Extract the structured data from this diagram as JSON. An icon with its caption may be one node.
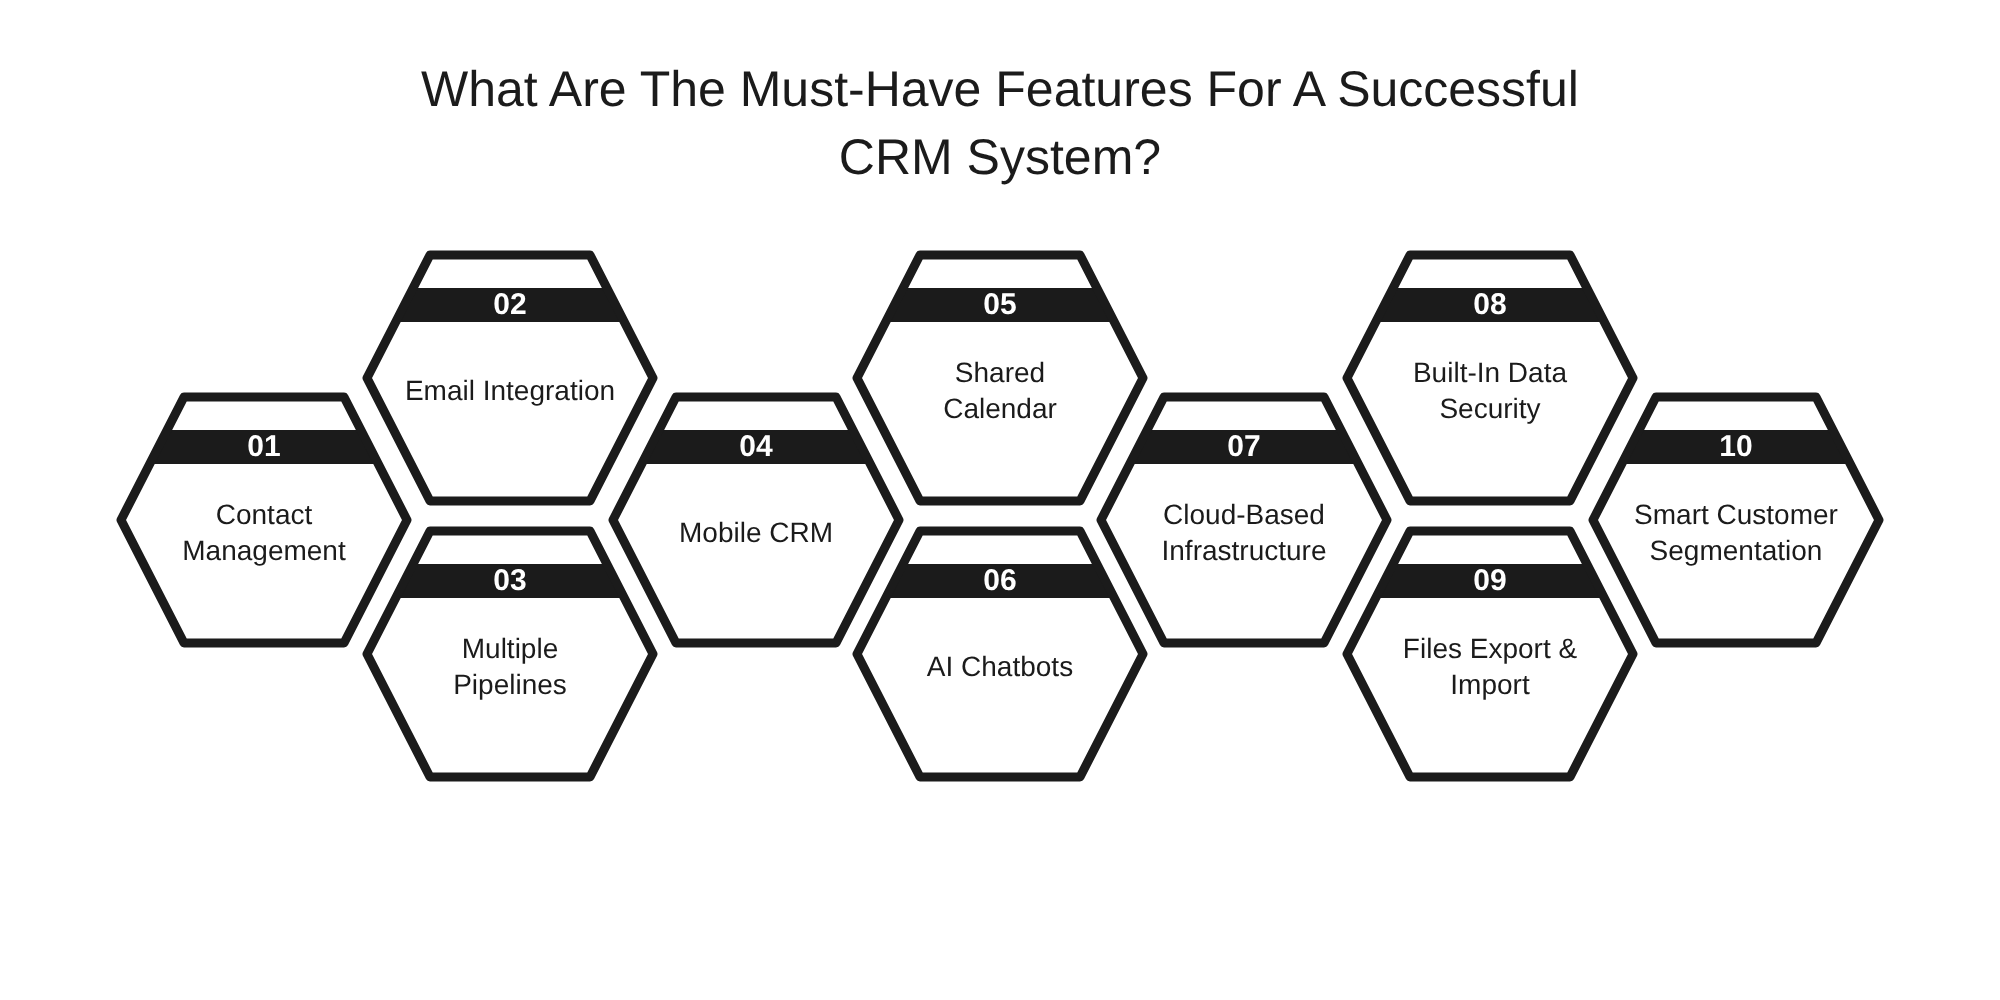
{
  "diagram": {
    "title": "What Are The Must-Have Features For A Successful CRM System?",
    "nodes": [
      {
        "text": [
          "01",
          "Contact Management"
        ]
      },
      {
        "text": [
          "02",
          "Email Integration"
        ]
      },
      {
        "text": [
          "03",
          "Multiple Pipelines"
        ]
      },
      {
        "text": [
          "04",
          "Mobile CRM"
        ]
      },
      {
        "text": [
          "05",
          "Shared Calendar"
        ]
      },
      {
        "text": [
          "06",
          "AI Chatbots"
        ]
      },
      {
        "text": [
          "07",
          "Cloud-Based Infrastructure"
        ]
      },
      {
        "text": [
          "08",
          "Built-In Data Security"
        ]
      },
      {
        "text": [
          "09",
          "Files Export & Import"
        ]
      },
      {
        "text": [
          "10",
          "Smart Customer Segmentation"
        ]
      }
    ]
  }
}
